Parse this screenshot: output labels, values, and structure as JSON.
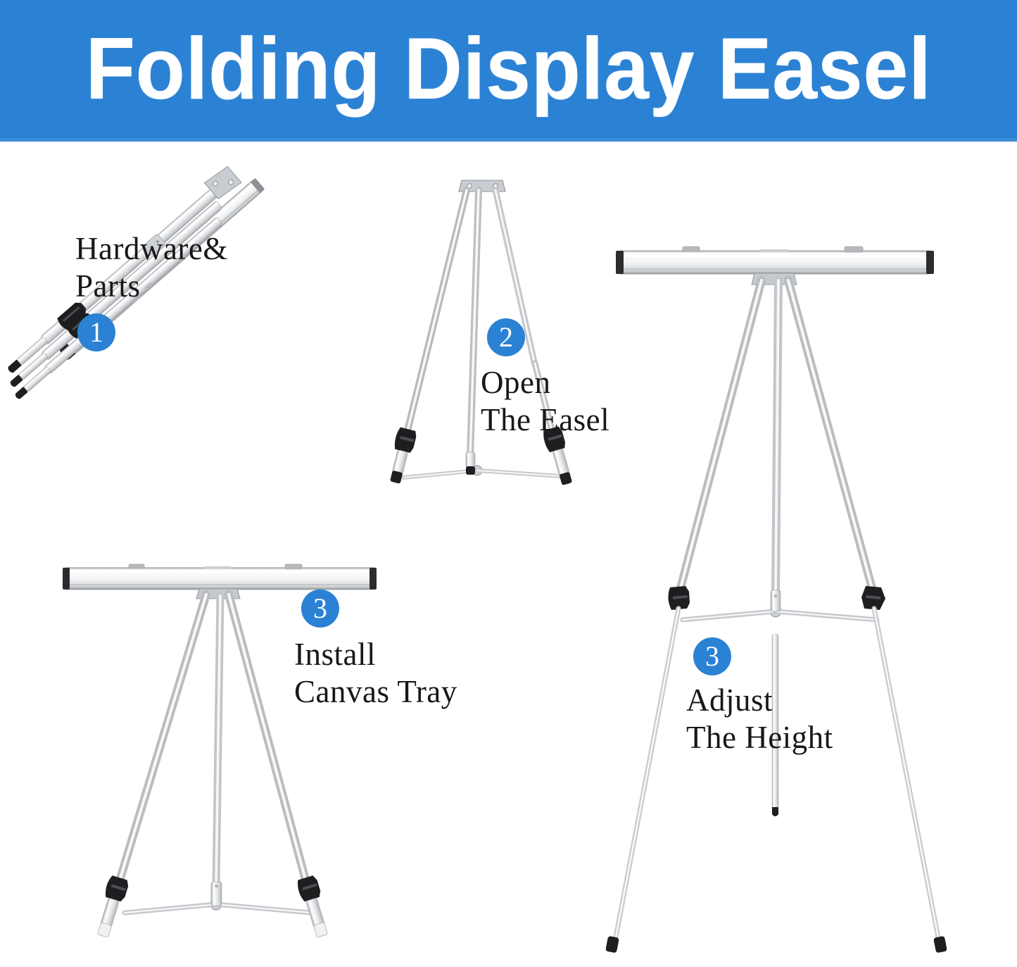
{
  "banner": {
    "title": "Folding Display Easel",
    "background_color": "#2b82d4",
    "text_color": "#ffffff"
  },
  "theme": {
    "accent_color": "#2b82d4",
    "page_background": "#ffffff",
    "caption_text_color": "#18181a",
    "metal_light": "#f2f3f4",
    "metal_mid": "#d6d8da",
    "metal_dark": "#a9acaf",
    "rubber_black": "#1e1e20"
  },
  "steps": [
    {
      "number": "1",
      "caption": "Hardware&\nParts",
      "illustration": "folded-easel-bundle-illustration"
    },
    {
      "number": "2",
      "caption": "Open\nThe Easel",
      "illustration": "open-easel-tripod-illustration"
    },
    {
      "number": "3",
      "caption": "Install\nCanvas Tray",
      "illustration": "easel-with-canvas-tray-illustration"
    },
    {
      "number": "3",
      "caption": "Adjust\nThe Height",
      "illustration": "extended-height-easel-illustration"
    }
  ]
}
